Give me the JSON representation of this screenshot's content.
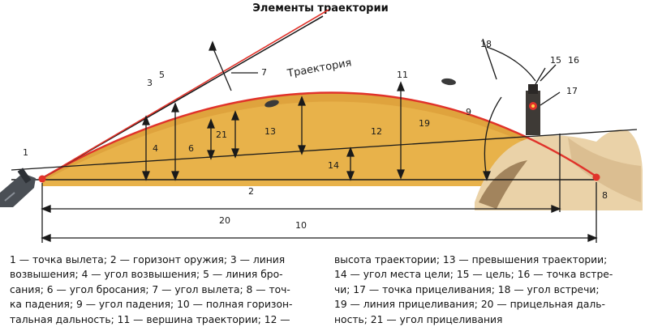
{
  "title": "Элементы траектории",
  "trajectory_label": "Траектория",
  "colors": {
    "sand": "#e8b24a",
    "sand_dark": "#c98a2a",
    "trajectory": "#e0322a",
    "line": "#1a1a1a",
    "hill": "#ead2a8"
  },
  "icons": {
    "weapon": "rifle-muzzle-icon",
    "target": "target-figure-icon",
    "shells": "bullet-icon"
  },
  "labels": {
    "n1": "1",
    "n2": "2",
    "n3": "3",
    "n4": "4",
    "n5": "5",
    "n6": "6",
    "n7": "7",
    "n8": "8",
    "n9": "9",
    "n10": "10",
    "n11": "11",
    "n12": "12",
    "n13": "13",
    "n14": "14",
    "n15": "15",
    "n16": "16",
    "n17": "17",
    "n18": "18",
    "n19": "19",
    "n20": "20",
    "n21": "21"
  },
  "legend_left": [
    "1 — точка вылета; 2 — горизонт оружия; 3 — линия",
    "возвышения; 4 — угол возвышения; 5 — линия бро-",
    "сания; 6 — угол бросания; 7 — угол вылета; 8 — точ-",
    "ка падения; 9 — угол падения; 10 — полная горизон-",
    "тальная дальность; 11 — вершина траектории; 12 —"
  ],
  "legend_right": [
    "высота траектории; 13 — превышения траектории;",
    "14 — угол места цели; 15 — цель; 16 — точка встре-",
    "чи; 17 — точка прицеливания; 18 — угол встречи;",
    "19 — линия прицеливания; 20 — прицельная даль-",
    "ность; 21 — угол прицеливания"
  ]
}
